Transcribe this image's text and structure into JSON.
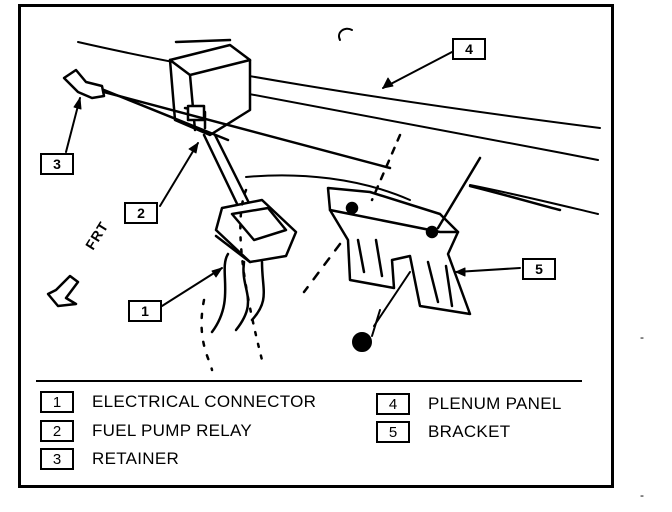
{
  "callouts": {
    "c1": "1",
    "c2": "2",
    "c3": "3",
    "c4": "4",
    "c5": "5"
  },
  "direction_label": "FRT",
  "legend": [
    {
      "number": "1",
      "label": "ELECTRICAL CONNECTOR"
    },
    {
      "number": "2",
      "label": "FUEL PUMP RELAY"
    },
    {
      "number": "3",
      "label": "RETAINER"
    },
    {
      "number": "4",
      "label": "PLENUM PANEL"
    },
    {
      "number": "5",
      "label": "BRACKET"
    }
  ]
}
